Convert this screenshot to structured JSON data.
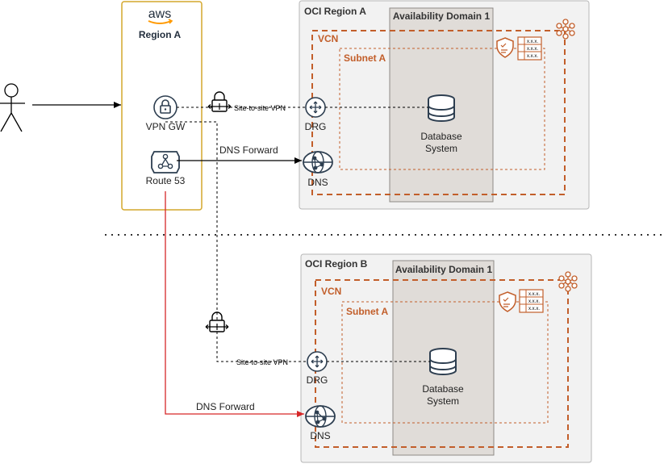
{
  "aws": {
    "logo_text": "aws",
    "region_label": "Region A",
    "vpn_gw_label": "VPN GW",
    "route53_label": "Route 53"
  },
  "oci_a": {
    "region_label": "OCI Region A",
    "ad_label": "Availability Domain 1",
    "vcn_label": "VCN",
    "subnet_label": "Subnet A",
    "drg_label": "DRG",
    "dns_label": "DNS",
    "db_label_line1": "Database",
    "db_label_line2": "System",
    "vpn_label": "Site-to-site VPN",
    "dns_forward_label": "DNS Forward",
    "security_list_cells": [
      "x.x.x.",
      "x.x.x.",
      "x.x.x."
    ]
  },
  "oci_b": {
    "region_label": "OCI Region B",
    "ad_label": "Availability Domain 1",
    "vcn_label": "VCN",
    "subnet_label": "Subnet A",
    "drg_label": "DRG",
    "dns_label": "DNS",
    "db_label_line1": "Database",
    "db_label_line2": "System",
    "vpn_label": "Site-to-site VPN",
    "dns_forward_label": "DNS Forward",
    "security_list_cells": [
      "x.x.x.",
      "x.x.x.",
      "x.x.x."
    ]
  },
  "colors": {
    "oci_orange": "#c25e2a",
    "aws_border": "#d4a72c",
    "region_fill": "#f2f2f2",
    "ad_fill": "#e0dcd8",
    "icon_navy": "#2d3e50",
    "dns_forward_b": "#d62728"
  }
}
